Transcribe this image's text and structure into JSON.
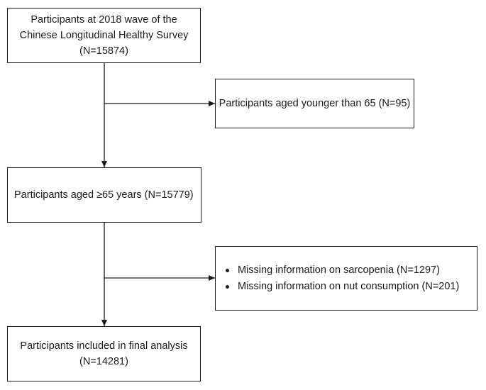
{
  "flowchart": {
    "box_initial": {
      "lines": [
        "Participants at 2018 wave of the",
        "Chinese Longitudinal Healthy Survey",
        "(N=15874)"
      ]
    },
    "box_excluded_age": {
      "text": "Participants aged younger than 65 (N=95)"
    },
    "box_aged65": {
      "text": "Participants aged ≥65 years (N=15779)"
    },
    "box_excluded_missing": {
      "items": [
        "Missing information on sarcopenia (N=1297)",
        "Missing information on nut consumption (N=201)"
      ]
    },
    "box_final": {
      "lines": [
        "Participants included in final analysis",
        "(N=14281)"
      ]
    }
  },
  "colors": {
    "stroke": "#1a1a1a",
    "background": "#ffffff"
  }
}
